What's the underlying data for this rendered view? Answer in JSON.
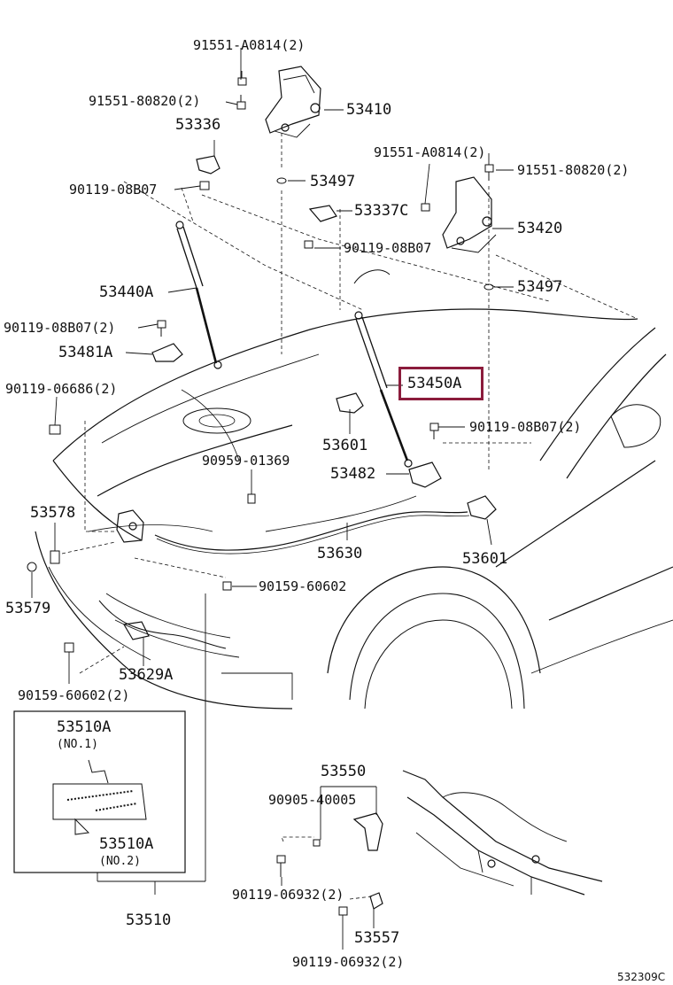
{
  "diagram_ref": "532309C",
  "highlight_color": "#8b1c3c",
  "highlighted_part": "53450A",
  "labels": {
    "p_91551_A0814_top": "91551-A0814(2)",
    "p_91551_80820_top": "91551-80820(2)",
    "p_53410": "53410",
    "p_53336": "53336",
    "p_53497_top": "53497",
    "p_90119_08B07_left": "90119-08B07",
    "p_91551_A0814_right": "91551-A0814(2)",
    "p_91551_80820_right": "91551-80820(2)",
    "p_53337C": "53337C",
    "p_53420": "53420",
    "p_90119_08B07_mid": "90119-08B07",
    "p_53440A": "53440A",
    "p_53497_right": "53497",
    "p_90119_08B07_2_left": "90119-08B07(2)",
    "p_53481A": "53481A",
    "p_53450A": "53450A",
    "p_90119_06686": "90119-06686(2)",
    "p_90119_08B07_2_right": "90119-08B07(2)",
    "p_53601_upper": "53601",
    "p_90959_01369": "90959-01369",
    "p_53482": "53482",
    "p_53578": "53578",
    "p_53630": "53630",
    "p_53601_lower": "53601",
    "p_90159_60602": "90159-60602",
    "p_53579": "53579",
    "p_53629A": "53629A",
    "p_90159_60602_2": "90159-60602(2)",
    "p_53510A_no1": "53510A",
    "p_no1": "(NO.1)",
    "p_53510A_no2": "53510A",
    "p_no2": "(NO.2)",
    "p_53510": "53510",
    "p_53550": "53550",
    "p_90905_40005": "90905-40005",
    "p_90119_06932_a": "90119-06932(2)",
    "p_53557": "53557",
    "p_90119_06932_b": "90119-06932(2)"
  }
}
